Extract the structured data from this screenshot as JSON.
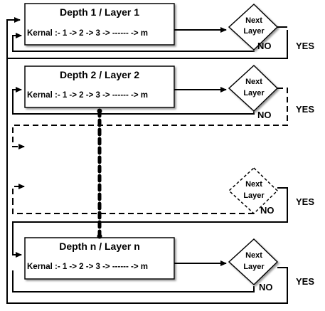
{
  "colors": {
    "stroke": "#000000",
    "box_fill": "#ffffff",
    "box_shadow": "#bdbdbd"
  },
  "blocks": [
    {
      "title": "Depth 1 / Layer 1",
      "kernel": "Kernal :- 1 -> 2 -> 3 -> ------ -> m",
      "decision_line1": "Next",
      "decision_line2": "Layer",
      "no_label": "NO",
      "yes_label": "YES"
    },
    {
      "title": "Depth 2 / Layer 2",
      "kernel": "Kernal :- 1 -> 2 -> 3 -> ------ -> m",
      "decision_line1": "Next",
      "decision_line2": "Layer",
      "no_label": "NO",
      "yes_label": "YES"
    },
    {
      "decision_line1": "Next",
      "decision_line2": "Layer",
      "no_label": "NO",
      "yes_label": "YES"
    },
    {
      "title": "Depth n / Layer n",
      "kernel": "Kernal :- 1 -> 2 -> 3 -> ------ -> m",
      "decision_line1": "Next",
      "decision_line2": "Layer",
      "no_label": "NO",
      "yes_label": "YES"
    }
  ]
}
